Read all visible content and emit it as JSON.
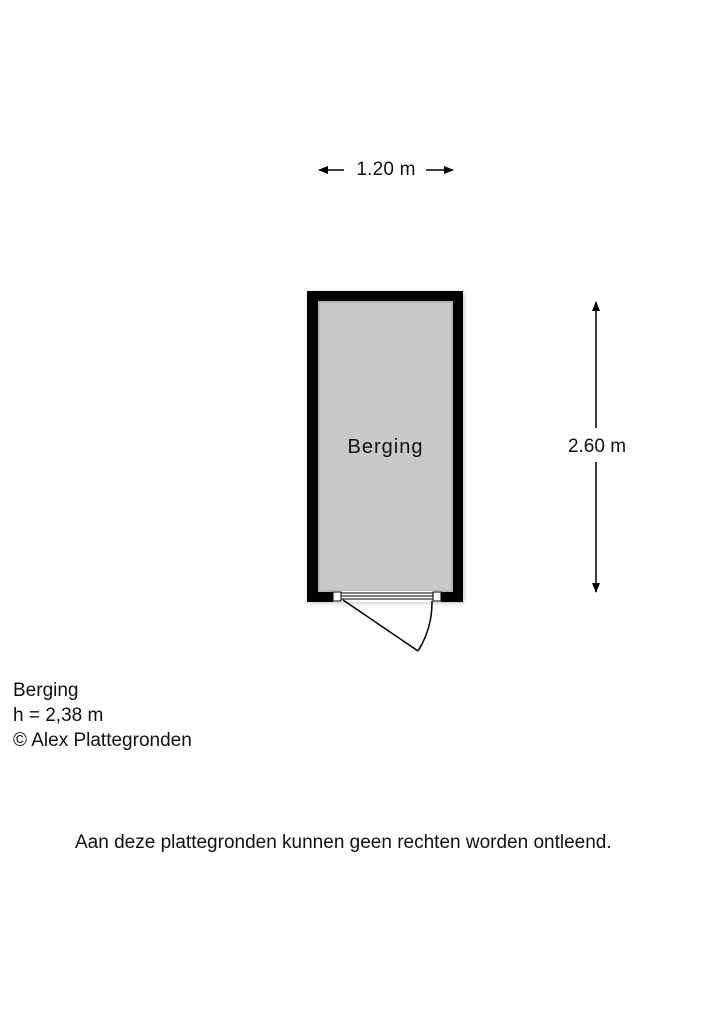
{
  "floorplan": {
    "dimensions": {
      "width_label": "1.20 m",
      "height_label": "2.60 m"
    },
    "room": {
      "name": "Berging",
      "fill_color": "#c8c8c8",
      "wall_color": "#000000"
    }
  },
  "legend": {
    "room_name": "Berging",
    "ceiling_height": "h = 2,38 m",
    "copyright": "© Alex Plattegronden"
  },
  "disclaimer": "Aan deze plattegronden kunnen geen rechten worden ontleend."
}
